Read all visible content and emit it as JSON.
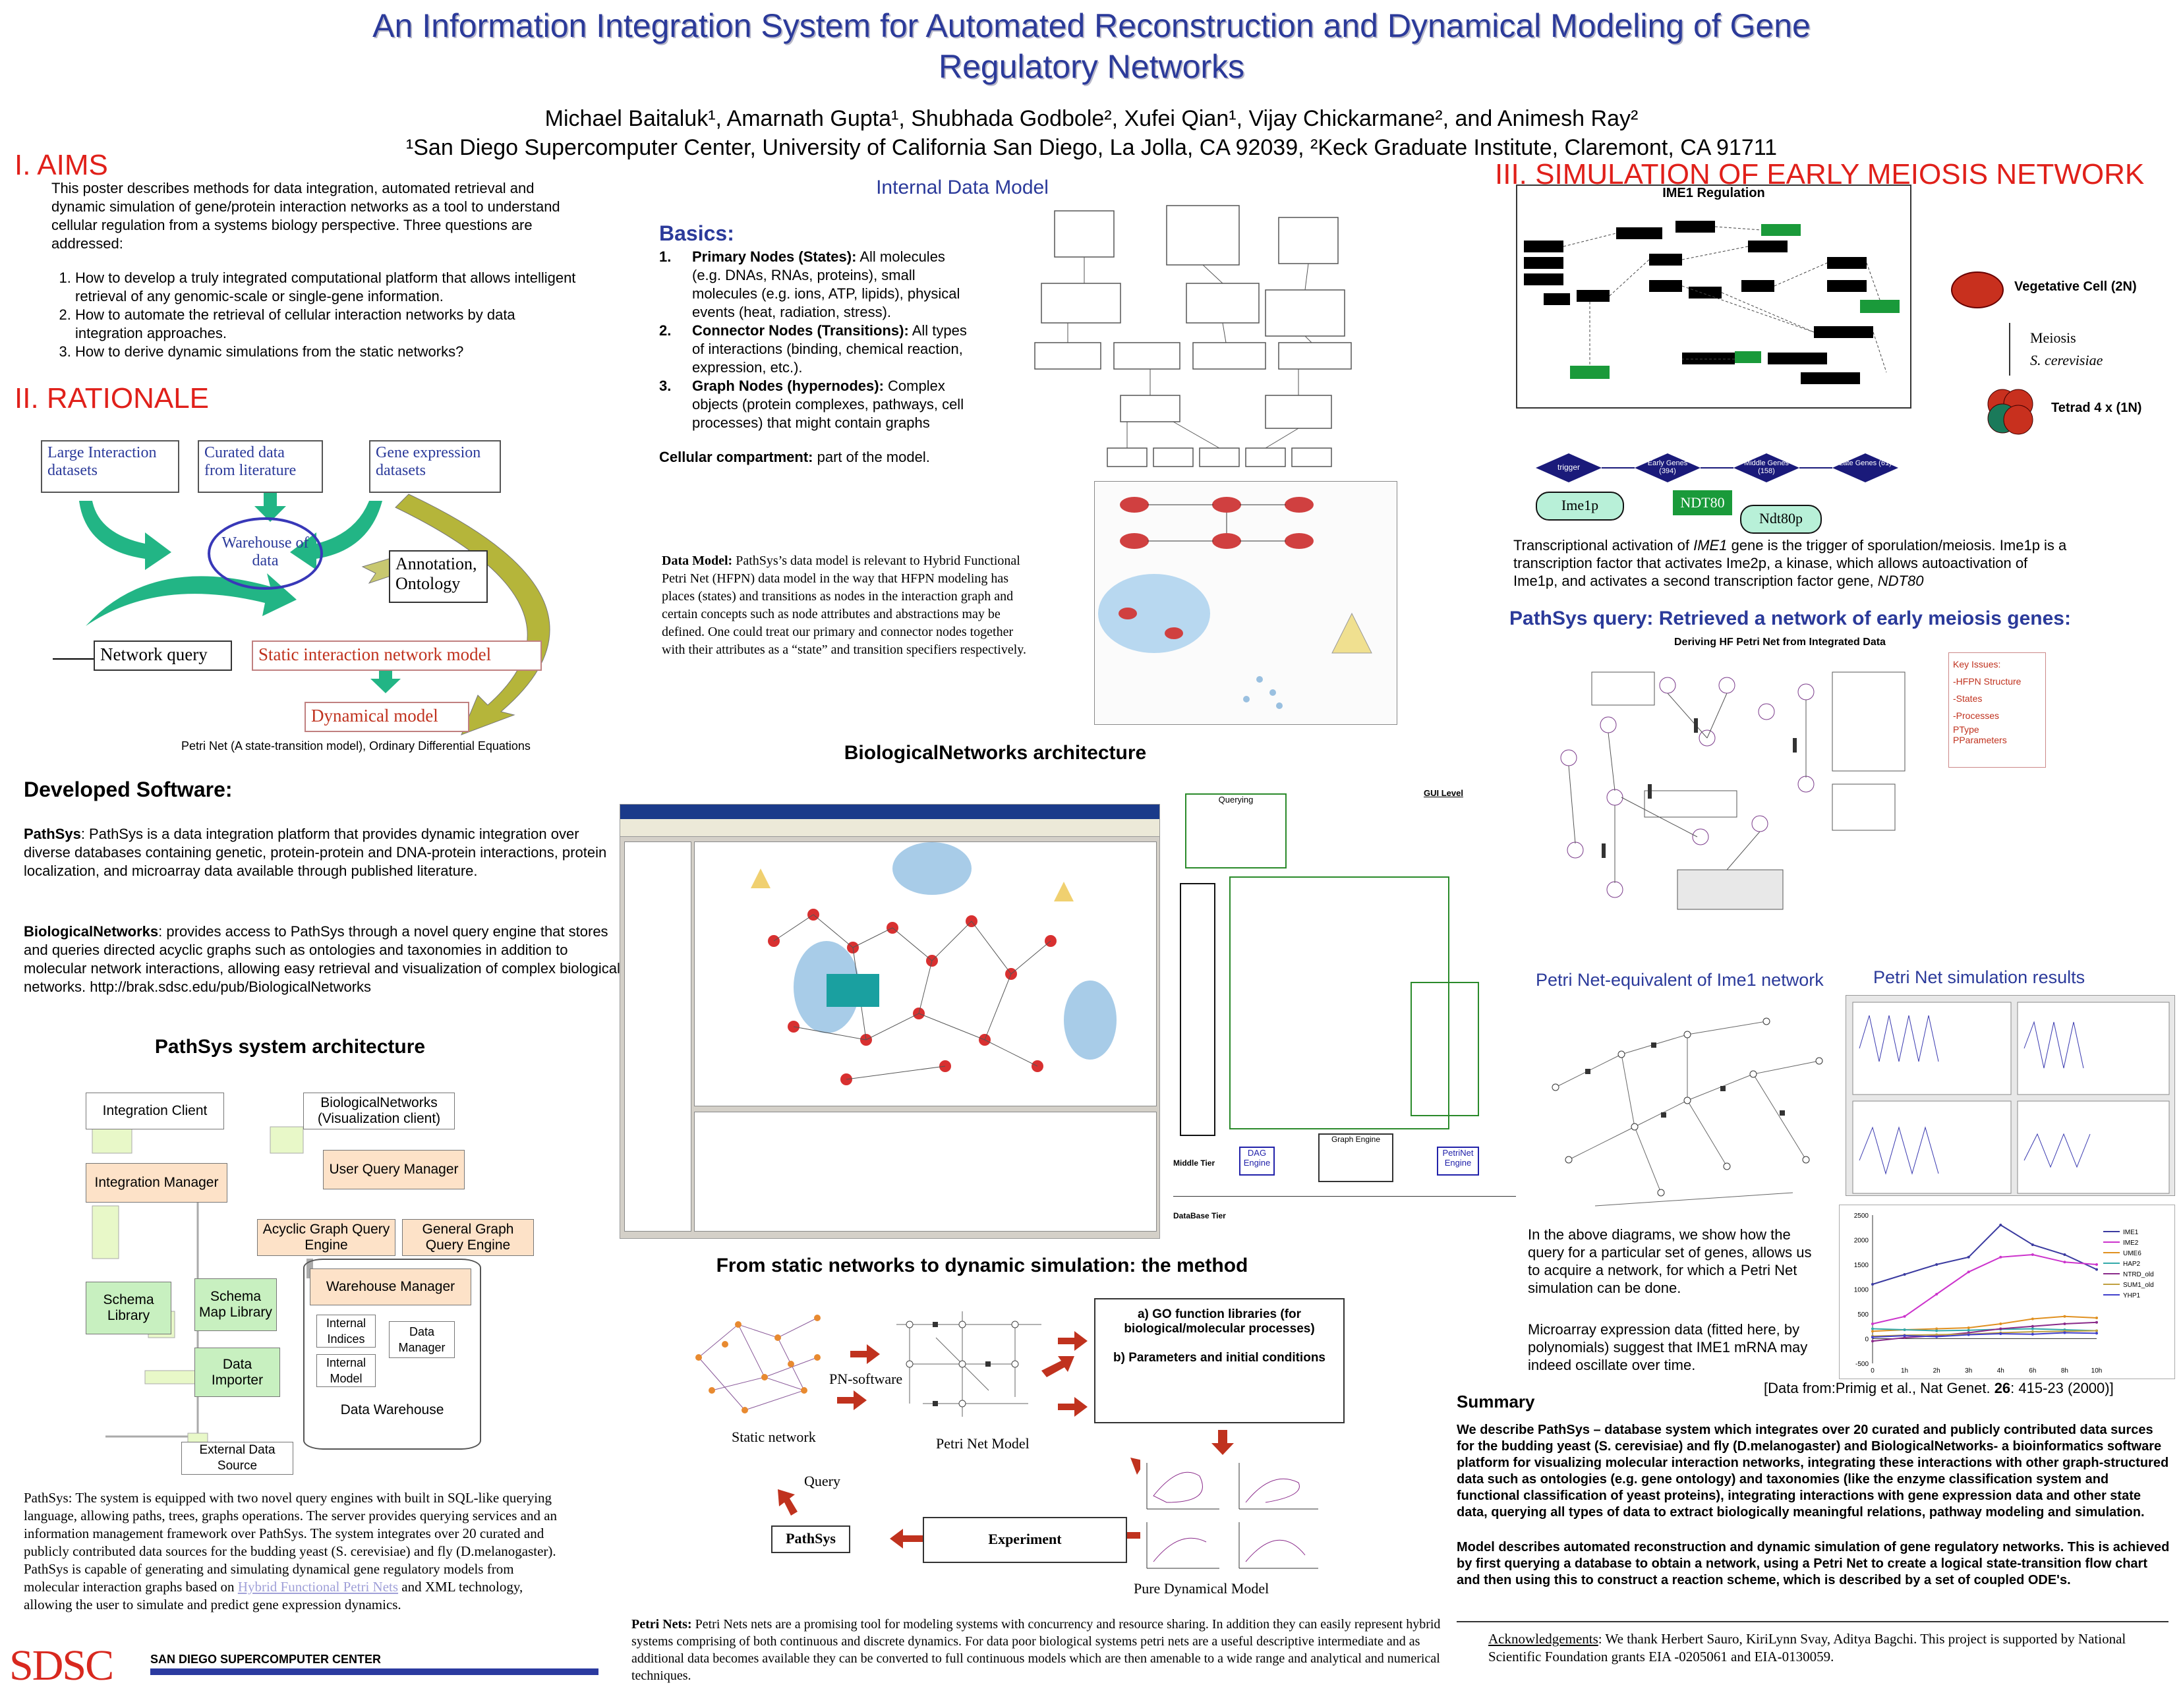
{
  "header": {
    "title_line1": "An Information Integration System for Automated Reconstruction and Dynamical Modeling of Gene",
    "title_line2": "Regulatory Networks",
    "authors": "Michael Baitaluk¹, Amarnath Gupta¹, Shubhada Godbole², Xufei Qian¹, Vijay Chickarmane², and Animesh Ray²",
    "affiliations": "¹San Diego Supercomputer Center, University of California San Diego, La Jolla, CA 92039, ²Keck Graduate Institute, Claremont, CA 91711"
  },
  "aims": {
    "heading": "I.  AIMS",
    "intro": "This poster describes methods for data integration, automated retrieval and dynamic simulation of gene/protein interaction networks as a tool to understand cellular regulation from a systems biology perspective. Three questions are addressed:",
    "items": [
      "How to develop a truly integrated computational platform that allows intelligent retrieval of any genomic-scale or single-gene information.",
      "How to automate the retrieval of cellular interaction networks by data integration approaches.",
      "How to derive dynamic simulations from the static networks?"
    ]
  },
  "rationale": {
    "heading": "II.  RATIONALE",
    "boxes": {
      "large": "Large Interaction datasets",
      "curated": "Curated data from literature",
      "gene": "Gene expression datasets",
      "warehouse": "Warehouse of data",
      "annotation": "Annotation, Ontology",
      "query": "Network query",
      "static": "Static interaction network model",
      "dynamical": "Dynamical model"
    },
    "caption": "Petri Net (A state-transition model), Ordinary Differential Equations"
  },
  "software": {
    "heading": "Developed Software:",
    "pathsys_label": "PathSys",
    "pathsys_text": ": PathSys is a data integration platform that provides dynamic integration over diverse databases containing genetic, protein-protein and DNA-protein interactions, protein localization, and microarray data available through published literature.",
    "bn_label": "BiologicalNetworks",
    "bn_text": ": provides access to PathSys through a novel query engine that stores and queries directed acyclic graphs such as ontologies and taxonomies in addition to molecular network interactions, allowing easy retrieval and visualization of complex biological networks.",
    "bn_url": "http://brak.sdsc.edu/pub/BiologicalNetworks"
  },
  "pathsys_arch": {
    "heading": "PathSys system architecture",
    "boxes": {
      "integration_client": "Integration Client",
      "bn_client": "BiologicalNetworks (Visualization client)",
      "integration_manager": "Integration Manager",
      "user_query": "User Query Manager",
      "acyclic": "Acyclic Graph Query Engine",
      "general": "General Graph Query Engine",
      "schema_library": "Schema Library",
      "schema_map": "Schema Map Library",
      "warehouse_manager": "Warehouse Manager",
      "internal_indices": "Internal Indices",
      "data_manager": "Data Manager",
      "internal_model": "Internal Model",
      "data_importer": "Data Importer",
      "data_warehouse": "Data Warehouse",
      "external": "External Data Source"
    },
    "desc_pre": "PathSys: The system is equipped with two novel query engines with built in SQL-like querying language, allowing paths, trees, graphs operations. The server provides querying services and an information management framework over PathSys. The system integrates over 20 curated and publicly contributed data sources for the budding yeast (S. cerevisiae) and fly (D.melanogaster). PathSys is capable of generating and simulating dynamical gene regulatory models from molecular interaction graphs based on ",
    "desc_link": "Hybrid Functional Petri Nets",
    "desc_post": " and XML technology, allowing the user to simulate and predict gene expression dynamics."
  },
  "footer": {
    "logo": "SDSC",
    "center_name": "SAN DIEGO SUPERCOMPUTER CENTER"
  },
  "internal_model": {
    "heading": "Internal Data Model",
    "basics_heading": "Basics:",
    "items": [
      {
        "label": "Primary Nodes (States):",
        "text": " All molecules  (e.g. DNAs, RNAs, proteins), small molecules (e.g. ions, ATP, lipids), physical events (heat, radiation, stress)."
      },
      {
        "label": "Connector Nodes (Transitions):",
        "text": " All types of interactions (binding, chemical reaction, expression, etc.)."
      },
      {
        "label": "Graph Nodes (hypernodes):",
        "text": " Complex objects (protein complexes, pathways, cell processes) that might contain graphs"
      }
    ],
    "cellular_label": "Cellular compartment:",
    "cellular_text": " part of the model.",
    "dm_label": "Data Model:",
    "dm_text": " PathSys’s data model is relevant to Hybrid Functional Petri Net (HFPN) data model in the way that HFPN modeling has places (states) and transitions as nodes in the interaction graph and certain concepts such as node attributes and abstractions may be defined. One could treat our primary and connector nodes together with their attributes as a “state” and transition specifiers respectively."
  },
  "bn_arch": {
    "heading": "BiologicalNetworks architecture",
    "gui_level": "GUI Level",
    "middle_tier": "Middle Tier",
    "database_tier": "DataBase Tier",
    "querying": "Querying",
    "dag_engine": "DAG Engine",
    "petrinet_engine": "PetriNet Engine",
    "graph_engine": "Graph Engine"
  },
  "method": {
    "heading": "From static networks to dynamic simulation: the method",
    "pn_software": "PN-software",
    "static_network": "Static network",
    "petri_model": "Petri Net Model",
    "query": "Query",
    "pathsys": "PathSys",
    "experiment": "Experiment",
    "pure_dynamical": "Pure Dynamical Model",
    "box_a": "a) GO function libraries (for biological/molecular processes)",
    "box_b": "b) Parameters and initial conditions",
    "petri_label": "Petri Nets:",
    "petri_text": " Petri Nets nets are a promising tool for modeling systems with concurrency and resource sharing. In addition they can easily represent hybrid systems comprising of both continuous and discrete dynamics. For data poor biological systems petri nets are a useful descriptive intermediate and as additional data becomes available they can be converted to full continuous models which are then amenable to a wide range and analytical and numerical techniques."
  },
  "simulation": {
    "heading": "III. SIMULATION OF EARLY MEIOSIS NETWORK",
    "ime1_regulation": "IME1 Regulation",
    "vegetative": "Vegetative Cell (2N)",
    "meiosis": "Meiosis",
    "species": "S. cerevisiae",
    "tetrad": "Tetrad 4 x (1N)",
    "nodes": {
      "trigger": "trigger",
      "early": "Early Genes (394)",
      "middle": "Middle Genes (158)",
      "late": "Late Genes (61)",
      "ime1p": "Ime1p",
      "ndt80": "NDT80",
      "ndt80p": "Ndt80p"
    },
    "para_pre": "Transcriptional activation of ",
    "para_ime1": "IME1",
    "para_mid": " gene is the trigger of sporulation/meiosis. Ime1p is a transcription factor that activates Ime2p, a kinase, which allows autoactivation of Ime1p, and activates a second transcription factor gene, ",
    "para_ndt80": "NDT80",
    "query_heading": "PathSys query:  Retrieved a network of early meiosis genes:",
    "deriving": "Deriving HF Petri Net from Integrated Data",
    "key_issues": [
      "Key Issues:",
      "-HFPN Structure",
      "-States",
      "-Processes",
      "PType",
      "PParameters"
    ],
    "petri_equiv": "Petri Net-equivalent of Ime1 network",
    "petri_results": "Petri Net simulation results",
    "diagram_text": "In the above diagrams, we show how  the query for a particular set of genes, allows us to acquire a network, for which a Petri Net simulation can be done.",
    "microarray_text": "Microarray expression data (fitted here, by polynomials) suggest that IME1 mRNA may indeed oscillate over time.",
    "data_from_pre": "[Data from:Primig et al., Nat Genet. ",
    "data_from_vol": "26",
    "data_from_post": ": 415-23 (2000)]"
  },
  "chart_data": {
    "type": "line",
    "x": [
      "t0",
      "1h",
      "2h",
      "3h",
      "4h",
      "6h",
      "8h",
      "10h"
    ],
    "ylim": [
      -500,
      2500
    ],
    "series": [
      {
        "name": "IME1",
        "color": "#3a3aa0",
        "values": [
          1100,
          1300,
          1500,
          1650,
          2300,
          1900,
          1700,
          1400
        ]
      },
      {
        "name": "IME2",
        "color": "#cc33cc",
        "values": [
          300,
          450,
          900,
          1350,
          1650,
          1700,
          1550,
          1500
        ]
      },
      {
        "name": "UME6",
        "color": "#e09020",
        "values": [
          150,
          180,
          200,
          220,
          300,
          400,
          450,
          420
        ]
      },
      {
        "name": "HAP2",
        "color": "#33aaaa",
        "values": [
          200,
          180,
          160,
          170,
          190,
          200,
          180,
          160
        ]
      },
      {
        "name": "NTRD_old",
        "color": "#8a2b8a",
        "values": [
          -50,
          20,
          60,
          120,
          200,
          250,
          300,
          330
        ]
      },
      {
        "name": "SUM1_old",
        "color": "#c0a040",
        "values": [
          50,
          70,
          80,
          90,
          120,
          140,
          150,
          160
        ]
      },
      {
        "name": "YHP1",
        "color": "#4040cc",
        "values": [
          30,
          60,
          40,
          80,
          100,
          90,
          120,
          110
        ]
      }
    ],
    "y_ticks": [
      "2500",
      "2000",
      "1500",
      "1000",
      "500",
      "0",
      "-500"
    ],
    "x_ticks": [
      "0",
      "1h",
      "2h",
      "3h",
      "4h",
      "6h",
      "8h",
      "10h"
    ]
  },
  "summary": {
    "heading": "Summary",
    "p1": "We describe PathSys – database system which integrates over 20 curated and publicly contributed data surces for the budding yeast  (S. cerevisiae) and fly (D.melanogaster) and BiologicalNetworks- a bioinformatics software platform for visualizing molecular interaction networks, integrating these interactions with other graph-structured data such as ontologies (e.g. gene ontology) and taxonomies (like the enzyme classification system and functional classification of yeast proteins), integrating interactions with gene expression data and other state data, querying all types of data to extract biologically meaningful relations, pathway modeling and simulation.",
    "p2": "Model describes automated reconstruction and dynamic simulation of gene regulatory networks. This is achieved by first querying a database to obtain a network, using a Petri Net to create a logical state-transition flow chart and then using this to construct a reaction scheme, which is described by a set of coupled ODE's.",
    "ack_label": "Acknowledgements",
    "ack_text": ": We thank Herbert Sauro, KiriLynn Svay, Aditya Bagchi. This project is supported by National Scientific Foundation grants EIA -0205061 and EIA-0130059."
  },
  "colors": {
    "title": "#2b3a9a",
    "section": "#e0201a",
    "arrow_green": "#22b585",
    "olive": "#b5b53a"
  }
}
